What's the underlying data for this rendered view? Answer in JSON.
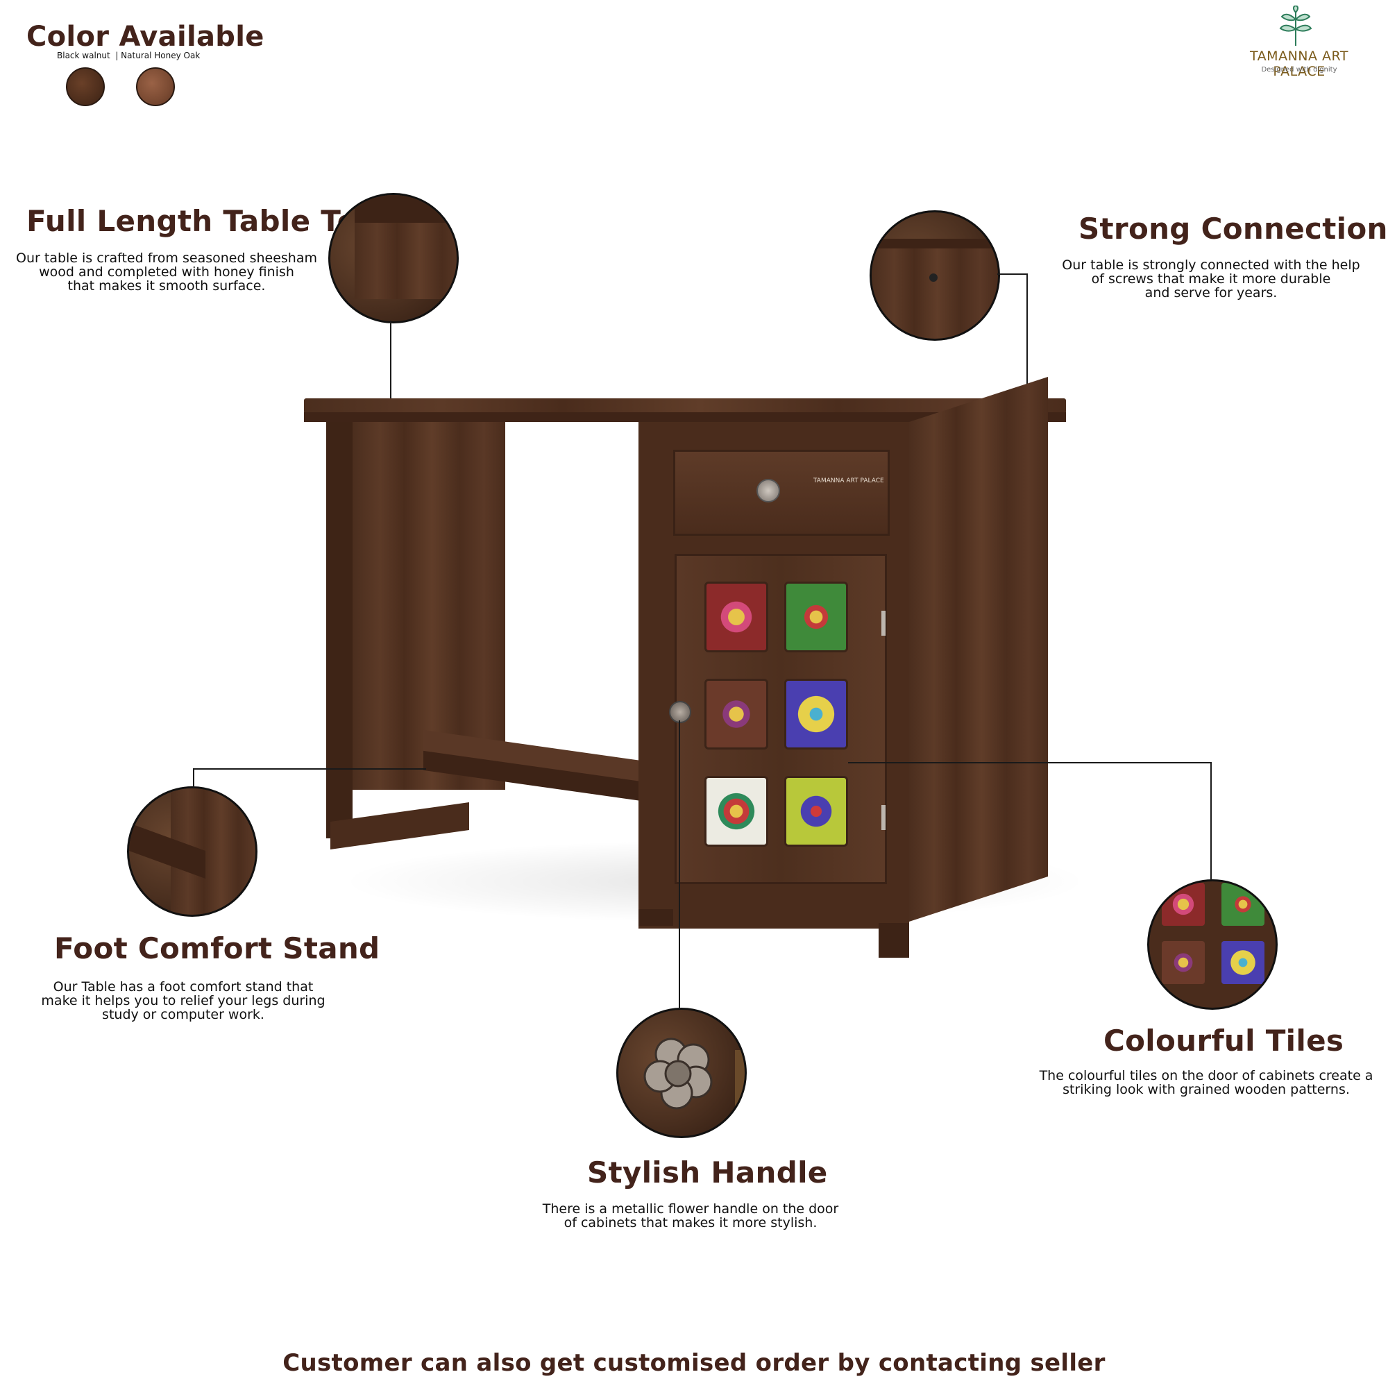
{
  "color_available": {
    "title": "Color Available",
    "options_label": "Black walnut  | Natural Honey Oak",
    "swatches": [
      {
        "name": "Black walnut",
        "color": "#4e2e1c"
      },
      {
        "name": "Natural Honey Oak",
        "color": "#7a4a32"
      }
    ]
  },
  "brand": {
    "name": "TAMANNA ART PALACE",
    "tagline": "Designed with dignity",
    "logo_icon": "leaf-icon",
    "accent_color": "#2e7d5b"
  },
  "features": {
    "table_top": {
      "title": "Full Length Table Top",
      "description": "Our table is crafted from seasoned sheesham\nwood and completed with honey finish\nthat makes it smooth surface."
    },
    "connections": {
      "title": "Strong Connections",
      "description": "Our table is strongly connected with the help\nof screws that make it more durable\nand serve for years."
    },
    "foot_stand": {
      "title": "Foot Comfort Stand",
      "description": "Our Table has a foot comfort stand that\nmake it helps you to relief your legs during\nstudy or computer work."
    },
    "tiles": {
      "title": "Colourful Tiles",
      "description": "The colourful tiles on the door of cabinets create a\nstriking look with grained wooden patterns."
    },
    "handle": {
      "title": "Stylish Handle",
      "description": "There is a metallic flower handle on the door\nof cabinets that makes it more stylish."
    }
  },
  "drawer_brand_label": "TAMANNA ART PALACE",
  "tile_colors": [
    "#8c2a2a",
    "#3f8a3a",
    "#6b3a2a",
    "#4a3fb0",
    "#e8e8e0",
    "#b8c83a"
  ],
  "footer": {
    "note": "Customer can also get customised order by contacting seller"
  }
}
